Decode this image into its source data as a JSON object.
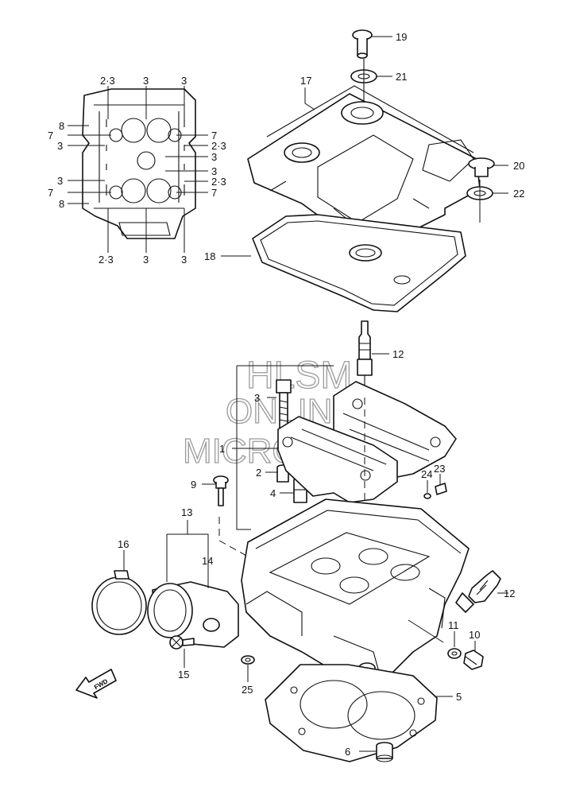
{
  "watermark": {
    "line1": "HLSM",
    "line2": "ONLINE",
    "line3": "MICROFICHE"
  },
  "fwd_label": "FWD",
  "callouts": {
    "c19": "19",
    "c21": "21",
    "c17": "17",
    "c20": "20",
    "c22": "22",
    "c18": "18",
    "c12a": "12",
    "c3b": "3",
    "c1": "1",
    "c2": "2",
    "c4": "4",
    "c9": "9",
    "c24": "24",
    "c23": "23",
    "c13": "13",
    "c14": "14",
    "c16": "16",
    "c12b": "12",
    "c11": "11",
    "c10": "10",
    "c15": "15",
    "c25": "25",
    "c5": "5",
    "c6": "6"
  },
  "inset_labels": {
    "t1": "2·3",
    "t2": "3",
    "t3": "3",
    "l8a": "8",
    "l7a": "7",
    "l3a": "3",
    "l3b": "3",
    "l7b": "7",
    "l8b": "8",
    "r7a": "7",
    "r23a": "2·3",
    "r3a": "3",
    "r3b": "3",
    "r23b": "2·3",
    "r7b": "7",
    "b1": "2·3",
    "b2": "3",
    "b3": "3"
  }
}
